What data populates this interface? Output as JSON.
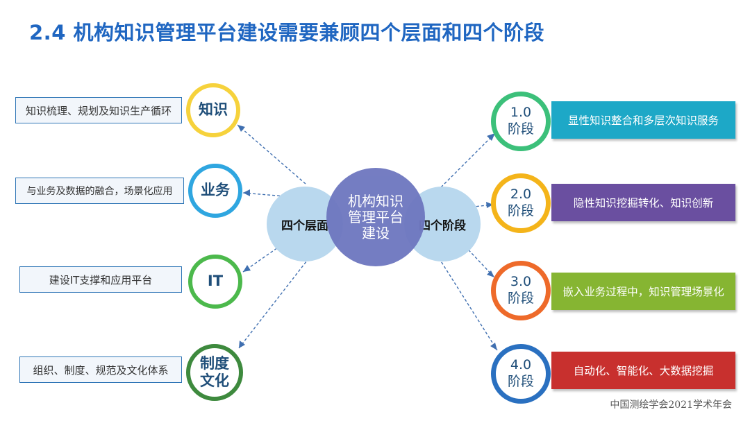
{
  "title": "2.4 机构知识管理平台建设需要兼顾四个层面和四个阶段",
  "center": {
    "label": "机构知识管理平台建设",
    "color": "#6f78c0"
  },
  "left_hub": {
    "label": "四个层面",
    "color": "#b9d8ee"
  },
  "right_hub": {
    "label": "四个阶段",
    "color": "#b9d8ee"
  },
  "levels": [
    {
      "name": "知识",
      "desc": "知识梳理、规划及知识生产循环",
      "ring_color": "#f6d23c"
    },
    {
      "name": "业务",
      "desc": "与业务及数据的融合，场景化应用",
      "ring_color": "#2fa6e0"
    },
    {
      "name": "IT",
      "desc": "建设IT支撑和应用平台",
      "ring_color": "#4cb94c"
    },
    {
      "name": "制度文化",
      "desc": "组织、制度、规范及文化体系",
      "ring_color": "#3e8a3e"
    }
  ],
  "stages": [
    {
      "name": "1.0阶段",
      "desc": "显性知识整合和多层次知识服务",
      "ring_color": "#3cc07a",
      "box_color": "#1da8c7"
    },
    {
      "name": "2.0阶段",
      "desc": "隐性知识挖掘转化、知识创新",
      "ring_color": "#f4b41a",
      "box_color": "#6a4fa0"
    },
    {
      "name": "3.0阶段",
      "desc": "嵌入业务过程中，知识管理场景化",
      "ring_color": "#ee6a2a",
      "box_color": "#86b532"
    },
    {
      "name": "4.0阶段",
      "desc": "自动化、智能化、大数据挖掘",
      "ring_color": "#2a70c0",
      "box_color": "#c8302e"
    }
  ],
  "footer": "中国测绘学会2021学术年会"
}
